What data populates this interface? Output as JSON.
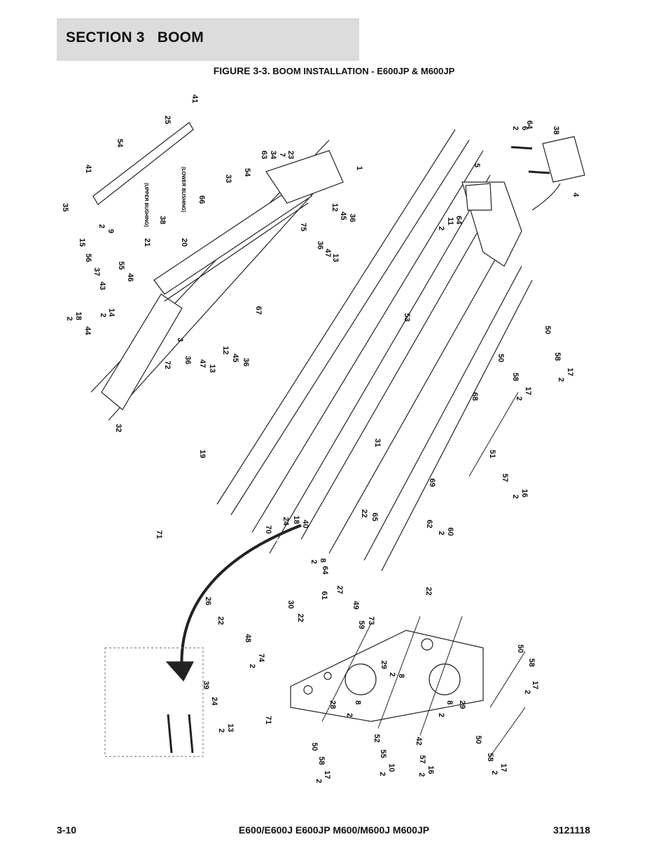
{
  "header": {
    "section_title": "SECTION 3   BOOM"
  },
  "figure": {
    "caption_prefix": "FIGURE 3-3.",
    "caption_text": " BOOM INSTALLATION - E600JP & M600JP",
    "bushing_labels": {
      "upper": "(UPPER BUSHING)",
      "lower": "(LOWER BUSHING)"
    },
    "callouts": [
      {
        "id": "c-25",
        "text": "25"
      },
      {
        "id": "c-41a",
        "text": "41"
      },
      {
        "id": "c-54a",
        "text": "54"
      },
      {
        "id": "c-41b",
        "text": "41"
      },
      {
        "id": "c-35",
        "text": "35"
      },
      {
        "id": "c-63",
        "text": "63"
      },
      {
        "id": "c-34",
        "text": "34"
      },
      {
        "id": "c-7",
        "text": "7"
      },
      {
        "id": "c-23",
        "text": "23"
      },
      {
        "id": "c-1",
        "text": "1"
      },
      {
        "id": "c-33",
        "text": "33"
      },
      {
        "id": "c-54b",
        "text": "54"
      },
      {
        "id": "c-66",
        "text": "66"
      },
      {
        "id": "c-21",
        "text": "21"
      },
      {
        "id": "c-20",
        "text": "20"
      },
      {
        "id": "c-38a",
        "text": "38"
      },
      {
        "id": "c-2a",
        "text": "2"
      },
      {
        "id": "c-9",
        "text": "9"
      },
      {
        "id": "c-15",
        "text": "15"
      },
      {
        "id": "c-56",
        "text": "56"
      },
      {
        "id": "c-37",
        "text": "37"
      },
      {
        "id": "c-55a",
        "text": "55"
      },
      {
        "id": "c-43",
        "text": "43"
      },
      {
        "id": "c-46",
        "text": "46"
      },
      {
        "id": "c-2b",
        "text": "2"
      },
      {
        "id": "c-18a",
        "text": "18"
      },
      {
        "id": "c-44",
        "text": "44"
      },
      {
        "id": "c-2c",
        "text": "2"
      },
      {
        "id": "c-14",
        "text": "14"
      },
      {
        "id": "c-75",
        "text": "75"
      },
      {
        "id": "c-12a",
        "text": "12"
      },
      {
        "id": "c-45a",
        "text": "45"
      },
      {
        "id": "c-36a",
        "text": "36"
      },
      {
        "id": "c-36b",
        "text": "36"
      },
      {
        "id": "c-47a",
        "text": "47"
      },
      {
        "id": "c-13a",
        "text": "13"
      },
      {
        "id": "c-67",
        "text": "67"
      },
      {
        "id": "c-3",
        "text": "3"
      },
      {
        "id": "c-72",
        "text": "72"
      },
      {
        "id": "c-36c",
        "text": "36"
      },
      {
        "id": "c-47b",
        "text": "47"
      },
      {
        "id": "c-13b",
        "text": "13"
      },
      {
        "id": "c-12b",
        "text": "12"
      },
      {
        "id": "c-45b",
        "text": "45"
      },
      {
        "id": "c-36d",
        "text": "36"
      },
      {
        "id": "c-32",
        "text": "32"
      },
      {
        "id": "c-2d",
        "text": "2"
      },
      {
        "id": "c-6",
        "text": "6"
      },
      {
        "id": "c-64a",
        "text": "64"
      },
      {
        "id": "c-38b",
        "text": "38"
      },
      {
        "id": "c-5",
        "text": "5"
      },
      {
        "id": "c-4",
        "text": "4"
      },
      {
        "id": "c-2e",
        "text": "2"
      },
      {
        "id": "c-11",
        "text": "11"
      },
      {
        "id": "c-64b",
        "text": "64"
      },
      {
        "id": "c-53",
        "text": "53"
      },
      {
        "id": "c-50a",
        "text": "50"
      },
      {
        "id": "c-50b",
        "text": "50"
      },
      {
        "id": "c-58a",
        "text": "58"
      },
      {
        "id": "c-58b",
        "text": "58"
      },
      {
        "id": "c-2f",
        "text": "2"
      },
      {
        "id": "c-17a",
        "text": "17"
      },
      {
        "id": "c-2g",
        "text": "2"
      },
      {
        "id": "c-17b",
        "text": "17"
      },
      {
        "id": "c-68",
        "text": "68"
      },
      {
        "id": "c-19",
        "text": "19"
      },
      {
        "id": "c-31",
        "text": "31"
      },
      {
        "id": "c-51",
        "text": "51"
      },
      {
        "id": "c-57a",
        "text": "57"
      },
      {
        "id": "c-2h",
        "text": "2"
      },
      {
        "id": "c-16a",
        "text": "16"
      },
      {
        "id": "c-69",
        "text": "69"
      },
      {
        "id": "c-71a",
        "text": "71"
      },
      {
        "id": "c-70",
        "text": "70"
      },
      {
        "id": "c-24a",
        "text": "24"
      },
      {
        "id": "c-18b",
        "text": "18"
      },
      {
        "id": "c-40",
        "text": "40"
      },
      {
        "id": "c-22a",
        "text": "22"
      },
      {
        "id": "c-65",
        "text": "65"
      },
      {
        "id": "c-62",
        "text": "62"
      },
      {
        "id": "c-2i",
        "text": "2"
      },
      {
        "id": "c-60",
        "text": "60"
      },
      {
        "id": "c-2j",
        "text": "2"
      },
      {
        "id": "c-8a",
        "text": "8"
      },
      {
        "id": "c-64c",
        "text": "64"
      },
      {
        "id": "c-61",
        "text": "61"
      },
      {
        "id": "c-27",
        "text": "27"
      },
      {
        "id": "c-22b",
        "text": "22"
      },
      {
        "id": "c-26",
        "text": "26"
      },
      {
        "id": "c-30",
        "text": "30"
      },
      {
        "id": "c-22c",
        "text": "22"
      },
      {
        "id": "c-22d",
        "text": "22"
      },
      {
        "id": "c-49",
        "text": "49"
      },
      {
        "id": "c-59",
        "text": "59"
      },
      {
        "id": "c-73",
        "text": "73"
      },
      {
        "id": "c-48",
        "text": "48"
      },
      {
        "id": "c-2k",
        "text": "2"
      },
      {
        "id": "c-74",
        "text": "74"
      },
      {
        "id": "c-29a",
        "text": "29"
      },
      {
        "id": "c-2l",
        "text": "2"
      },
      {
        "id": "c-8b",
        "text": "8"
      },
      {
        "id": "c-50c",
        "text": "50"
      },
      {
        "id": "c-58c",
        "text": "58"
      },
      {
        "id": "c-2m",
        "text": "2"
      },
      {
        "id": "c-17c",
        "text": "17"
      },
      {
        "id": "c-39",
        "text": "39"
      },
      {
        "id": "c-24b",
        "text": "24"
      },
      {
        "id": "c-2n",
        "text": "2"
      },
      {
        "id": "c-13c",
        "text": "13"
      },
      {
        "id": "c-71b",
        "text": "71"
      },
      {
        "id": "c-28",
        "text": "28"
      },
      {
        "id": "c-2o",
        "text": "2"
      },
      {
        "id": "c-8c",
        "text": "8"
      },
      {
        "id": "c-2p",
        "text": "2"
      },
      {
        "id": "c-8d",
        "text": "8"
      },
      {
        "id": "c-29b",
        "text": "29"
      },
      {
        "id": "c-50d",
        "text": "50"
      },
      {
        "id": "c-58d",
        "text": "58"
      },
      {
        "id": "c-2q",
        "text": "2"
      },
      {
        "id": "c-17d",
        "text": "17"
      },
      {
        "id": "c-52",
        "text": "52"
      },
      {
        "id": "c-55b",
        "text": "55"
      },
      {
        "id": "c-2r",
        "text": "2"
      },
      {
        "id": "c-10",
        "text": "10"
      },
      {
        "id": "c-42",
        "text": "42"
      },
      {
        "id": "c-57b",
        "text": "57"
      },
      {
        "id": "c-2s",
        "text": "2"
      },
      {
        "id": "c-16b",
        "text": "16"
      },
      {
        "id": "c-50e",
        "text": "50"
      },
      {
        "id": "c-58e",
        "text": "58"
      },
      {
        "id": "c-2t",
        "text": "2"
      },
      {
        "id": "c-17e",
        "text": "17"
      }
    ]
  },
  "footer": {
    "page_number": "3-10",
    "models": "E600/E600J E600JP M600/M600J M600JP",
    "part_number": "3121118"
  }
}
